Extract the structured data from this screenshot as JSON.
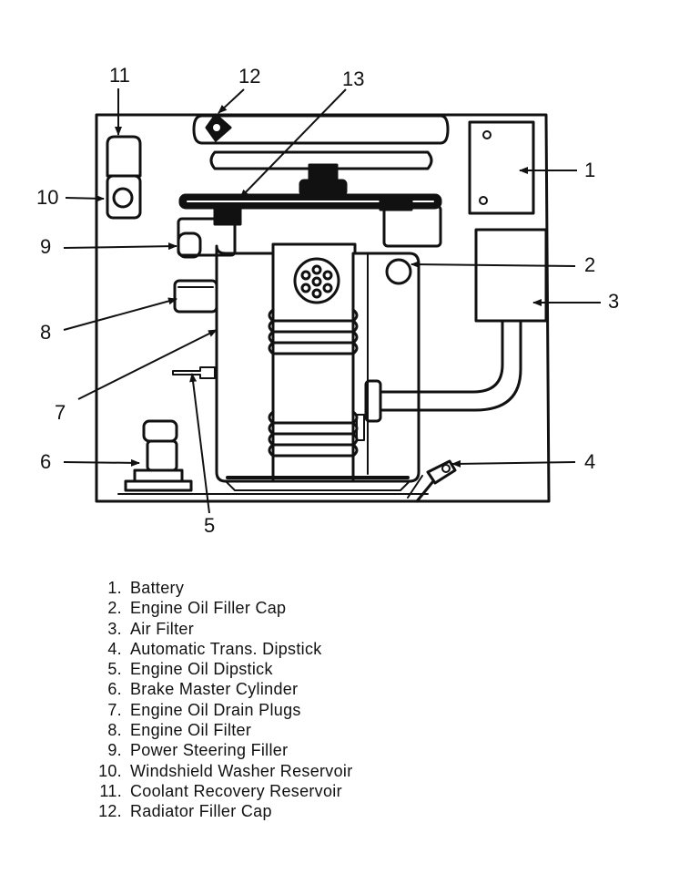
{
  "callouts": [
    "1",
    "2",
    "3",
    "4",
    "5",
    "6",
    "7",
    "8",
    "9",
    "10",
    "11",
    "12",
    "13"
  ],
  "legend": [
    {
      "num": "1.",
      "label": "Battery"
    },
    {
      "num": "2.",
      "label": "Engine Oil Filler Cap"
    },
    {
      "num": "3.",
      "label": "Air Filter"
    },
    {
      "num": "4.",
      "label": "Automatic Trans. Dipstick"
    },
    {
      "num": "5.",
      "label": "Engine Oil Dipstick"
    },
    {
      "num": "6.",
      "label": "Brake Master Cylinder"
    },
    {
      "num": "7.",
      "label": "Engine Oil Drain Plugs"
    },
    {
      "num": "8.",
      "label": "Engine Oil Filter"
    },
    {
      "num": "9.",
      "label": "Power Steering Filler"
    },
    {
      "num": "10.",
      "label": "Windshield Washer Reservoir"
    },
    {
      "num": "11.",
      "label": "Coolant Recovery Reservoir"
    },
    {
      "num": "12.",
      "label": "Radiator Filler Cap"
    }
  ]
}
